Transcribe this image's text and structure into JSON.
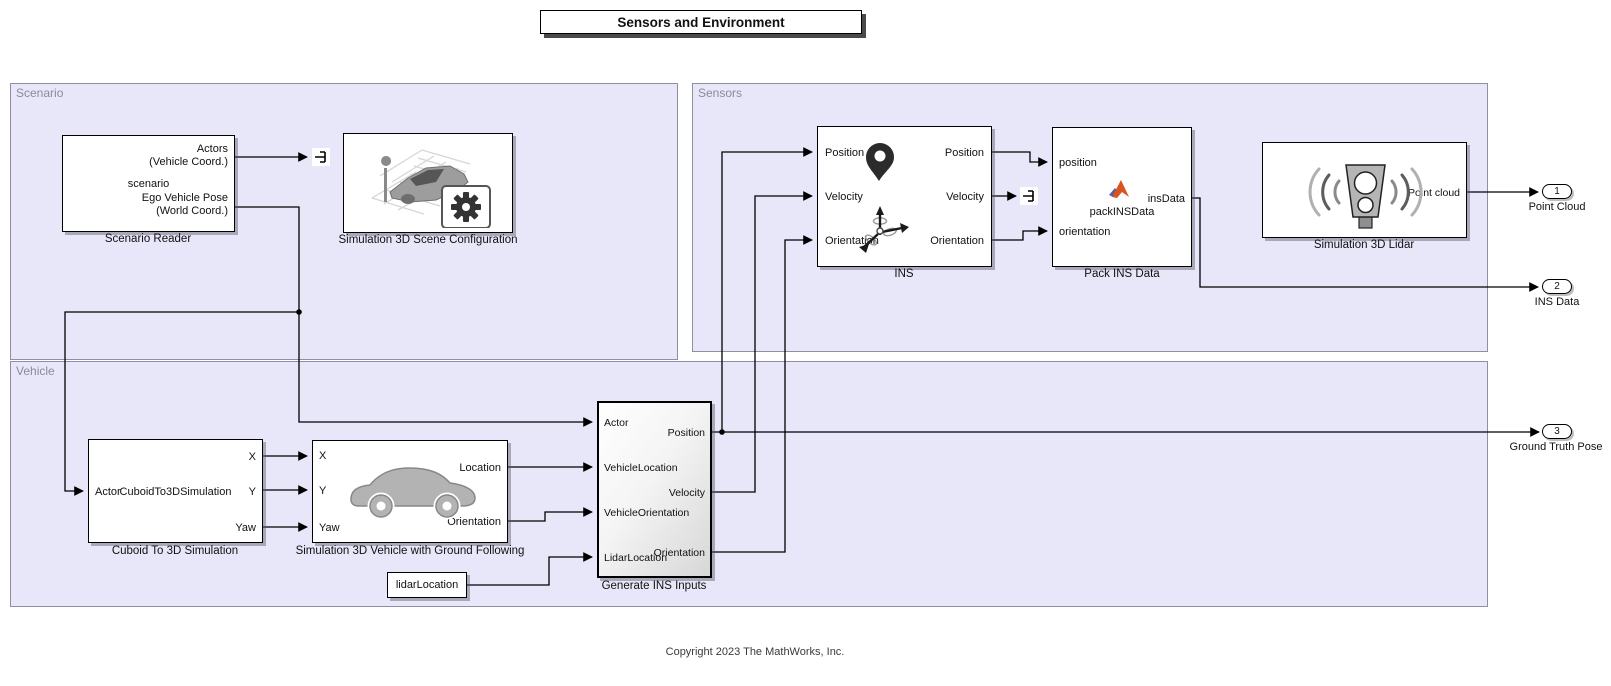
{
  "title": "Sensors and Environment",
  "copyright": "Copyright 2023 The MathWorks, Inc.",
  "regions": {
    "scenario": "Scenario",
    "sensors": "Sensors",
    "vehicle": "Vehicle"
  },
  "blocks": {
    "scenario_reader": {
      "caption": "Scenario Reader",
      "scenario_label": "scenario",
      "actors_line1": "Actors",
      "actors_line2": "(Vehicle Coord.)",
      "ego_line1": "Ego Vehicle Pose",
      "ego_line2": "(World Coord.)"
    },
    "scene_config": {
      "caption": "Simulation 3D Scene Configuration"
    },
    "ins": {
      "caption": "INS",
      "inputs": [
        "Position",
        "Velocity",
        "Orientation"
      ],
      "outputs": [
        "Position",
        "Velocity",
        "Orientation"
      ]
    },
    "pack_ins_data": {
      "caption": "Pack INS Data",
      "function_name": "packINSData",
      "inputs": [
        "position",
        "orientation"
      ],
      "output": "insData"
    },
    "sim3d_lidar": {
      "caption": "Simulation 3D Lidar",
      "output": "Point cloud"
    },
    "cuboid": {
      "caption": "Cuboid To 3D Simulation",
      "center_label": "CuboidTo3DSimulation",
      "input": "Actor",
      "outputs": [
        "X",
        "Y",
        "Yaw"
      ]
    },
    "sim3d_vehicle": {
      "caption": "Simulation 3D Vehicle with Ground Following",
      "inputs": [
        "X",
        "Y",
        "Yaw"
      ],
      "outputs": [
        "Location",
        "Orientation"
      ]
    },
    "generate_ins": {
      "caption": "Generate INS Inputs",
      "inputs": [
        "Actor",
        "VehicleLocation",
        "VehicleOrientation",
        "LidarLocation"
      ],
      "outputs": [
        "Position",
        "Velocity",
        "Orientation"
      ]
    },
    "lidar_location": {
      "value": "lidarLocation"
    }
  },
  "outports": [
    {
      "number": "1",
      "label": "Point Cloud"
    },
    {
      "number": "2",
      "label": "INS Data"
    },
    {
      "number": "3",
      "label": "Ground Truth Pose"
    }
  ],
  "icons": {
    "terminator": "terminator-icon",
    "scene": "scene-3d-icon",
    "gear": "gear-icon",
    "location_pin": "location-pin-icon",
    "imu_axes": "imu-axes-icon",
    "matlab_logo": "matlab-logo-icon",
    "lidar": "lidar-sensor-icon",
    "car": "car-icon"
  },
  "colors": {
    "region_fill": "#e7e7f9",
    "region_border": "#8f8fa3",
    "wire": "#000000",
    "matlab_orange": "#d9541e",
    "matlab_blue": "#5a5aa5"
  }
}
